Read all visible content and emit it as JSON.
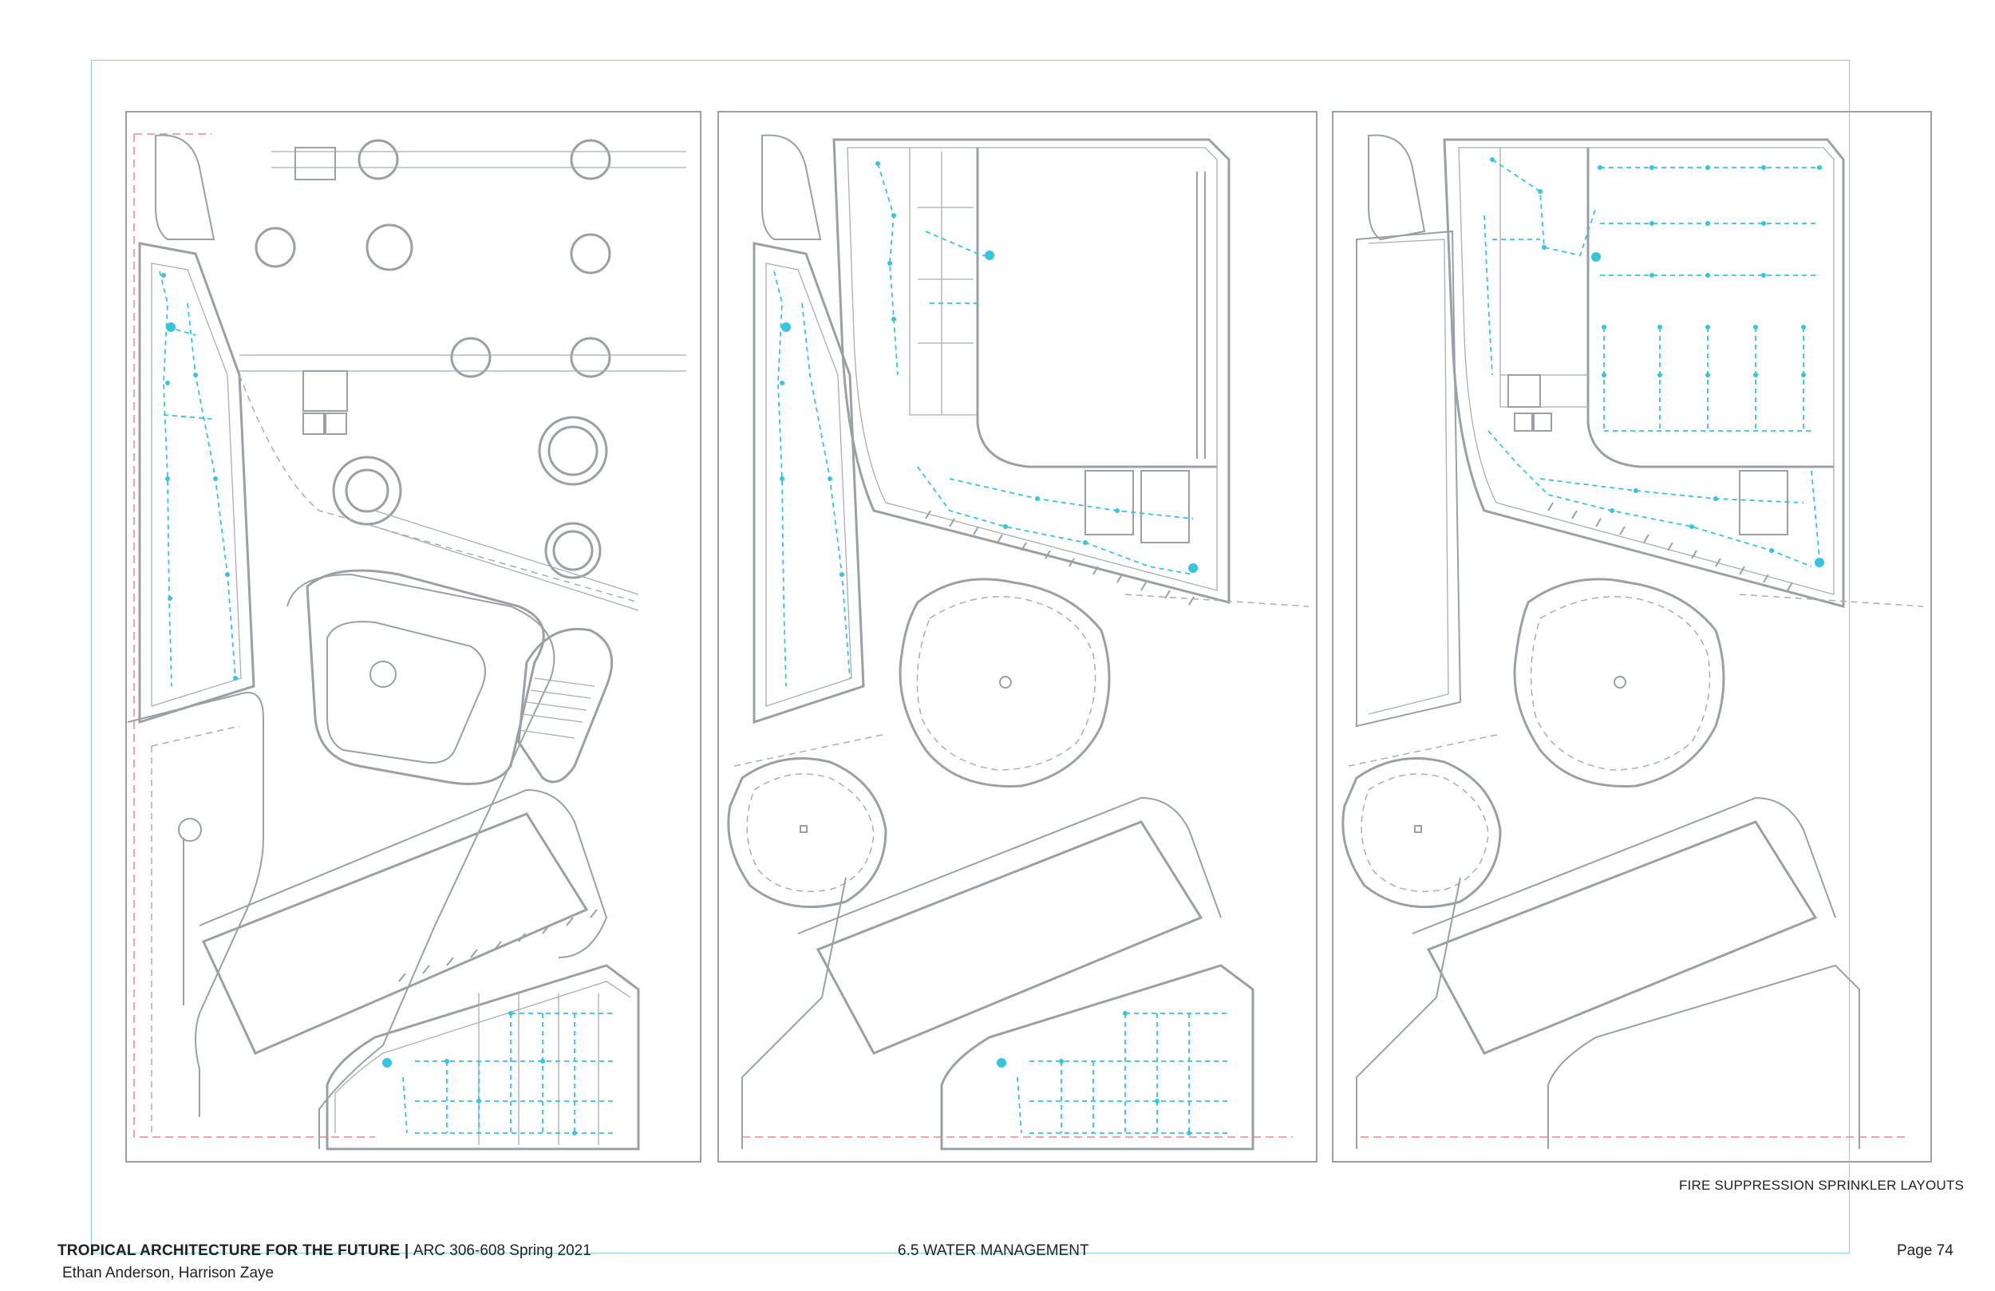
{
  "caption": "FIRE SUPPRESSION SPRINKLER LAYOUTS",
  "footer": {
    "course_title": "TROPICAL ARCHITECTURE FOR THE FUTURE",
    "separator": " | ",
    "course_code": "ARC 306-608 Spring 2021",
    "authors": "Ethan Anderson, Harrison Zaye",
    "section": "6.5  WATER MANAGEMENT",
    "page": "Page 74"
  },
  "colors": {
    "linework": "#9aa0a3",
    "sprinkler": "#35c6dd",
    "property_line": "#e88b8b",
    "frame": "#8fd6e2"
  }
}
